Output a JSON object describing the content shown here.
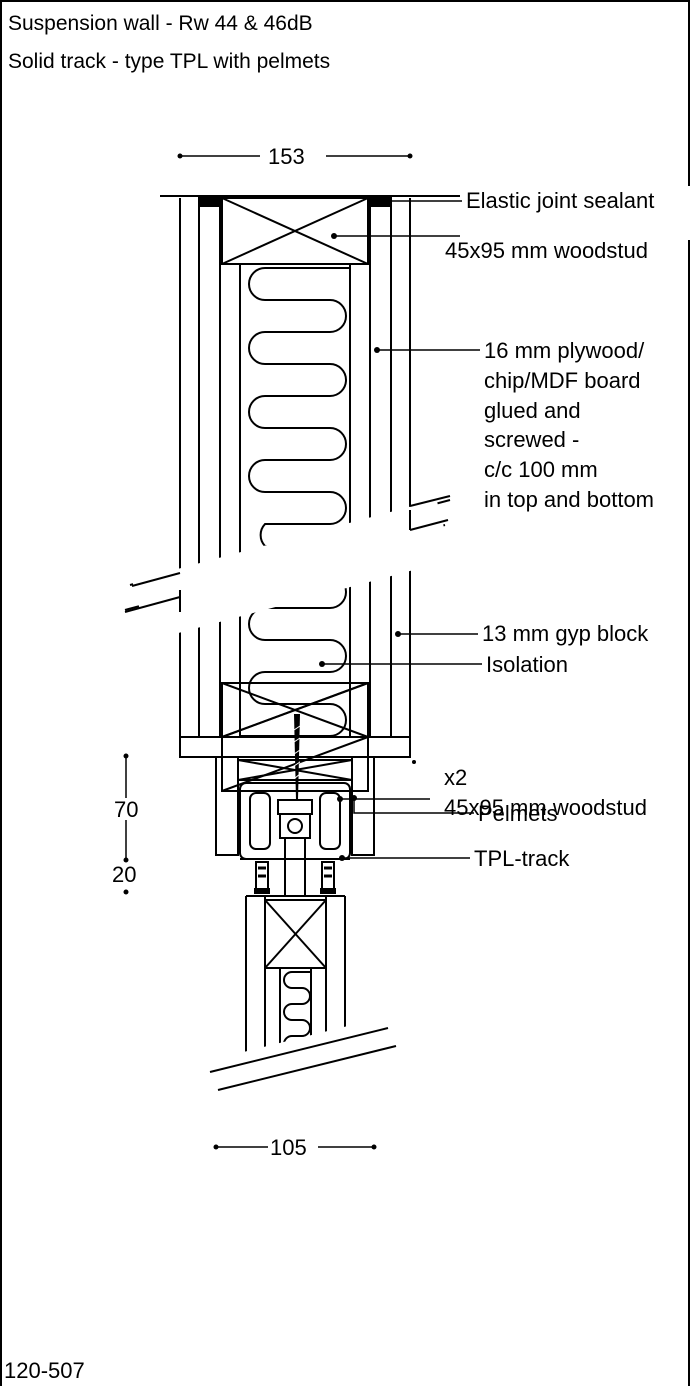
{
  "title": {
    "line1": "Suspension wall -  Rw 44 & 46dB",
    "line2": "Solid track - type TPL with pelmets"
  },
  "dimensions": {
    "top_width": "153",
    "bottom_width": "105",
    "height_70": "70",
    "height_20": "20"
  },
  "labels": {
    "elastic_joint": "Elastic joint sealant",
    "woodstud_top": "45x95 mm woodstud",
    "plywood_1": "16 mm plywood/",
    "plywood_2": "chip/MDF board",
    "plywood_3": "glued and",
    "plywood_4": "screwed -",
    "plywood_5": "c/c 100 mm",
    "plywood_6": "in top and bottom",
    "gyp_block": "13 mm gyp block",
    "isolation": "Isolation",
    "woodstud_x2_1": "x2",
    "woodstud_x2_2": "45x95 mm woodstud",
    "pelmets": "Pelmets",
    "tpl_track": "TPL-track"
  },
  "drawing_number": "120-507"
}
